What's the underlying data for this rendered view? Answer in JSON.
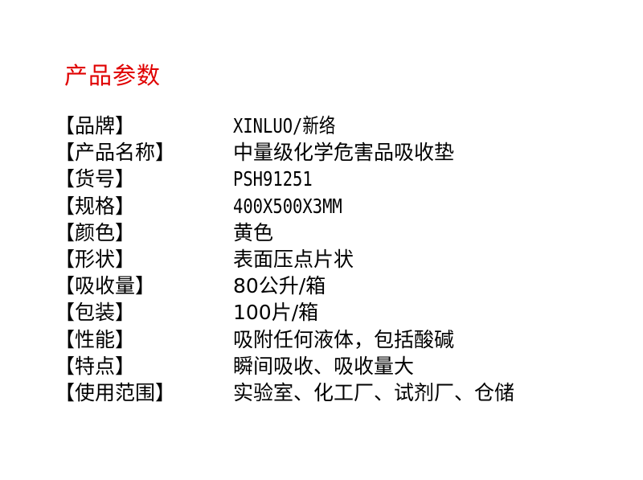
{
  "title": "产品参数",
  "colors": {
    "title": "#e00000",
    "text": "#000000",
    "background": "#ffffff"
  },
  "specs": [
    {
      "label": "【品牌】",
      "value": "XINLUO/新络"
    },
    {
      "label": "【产品名称】",
      "value": "中量级化学危害品吸收垫"
    },
    {
      "label": "【货号】",
      "value": "PSH91251"
    },
    {
      "label": "【规格】",
      "value": "400X500X3MM"
    },
    {
      "label": "【颜色】",
      "value": "黄色"
    },
    {
      "label": "【形状】",
      "value": "表面压点片状"
    },
    {
      "label": "【吸收量】",
      "value": "80公升/箱"
    },
    {
      "label": "【包装】",
      "value": "100片/箱"
    },
    {
      "label": "【性能】",
      "value": "吸附任何液体，包括酸碱"
    },
    {
      "label": "【特点】",
      "value": "瞬间吸收、吸收量大"
    },
    {
      "label": "【使用范围】",
      "value": "实验室、化工厂、试剂厂、仓储"
    }
  ]
}
